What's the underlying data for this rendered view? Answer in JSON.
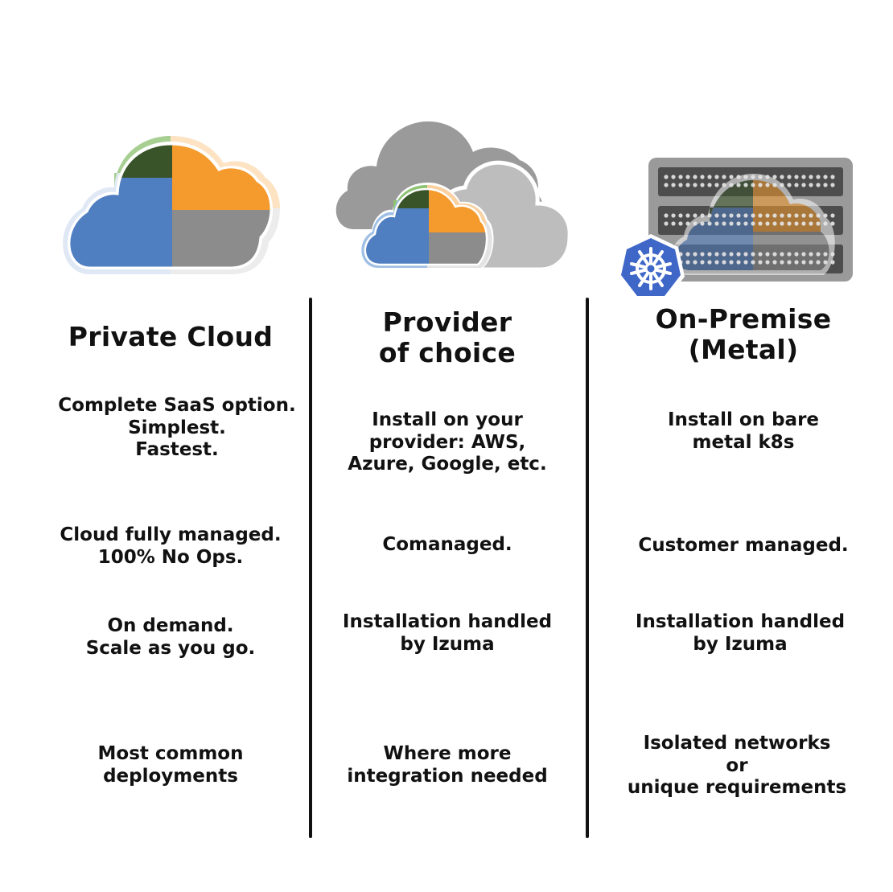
{
  "columns": [
    {
      "title_lines": [
        "Private Cloud"
      ],
      "rows": [
        [
          "Complete SaaS option.",
          "Simplest.",
          "Fastest."
        ],
        [
          "Cloud fully managed.",
          "100% No Ops."
        ],
        [
          "On demand.",
          "Scale as you go."
        ],
        [
          "Most common",
          "deployments"
        ]
      ]
    },
    {
      "title_lines": [
        "Provider",
        "of choice"
      ],
      "rows": [
        [
          "Install on your",
          "provider: AWS,",
          "Azure, Google, etc."
        ],
        [
          "Comanaged."
        ],
        [
          "Installation handled",
          "by Izuma"
        ],
        [
          "Where more",
          "integration needed"
        ]
      ]
    },
    {
      "title_lines": [
        "On-Premise",
        "(Metal)"
      ],
      "rows": [
        [
          "Install on bare",
          "metal k8s"
        ],
        [
          "Customer managed."
        ],
        [
          "Installation handled",
          "by Izuma"
        ],
        [
          "Isolated networks",
          "or",
          "unique requirements"
        ]
      ]
    }
  ],
  "icons": {
    "private": "private-cloud-icon",
    "provider": "provider-clouds-icon",
    "onprem": "server-rack-icon",
    "k8s": "kubernetes-icon"
  },
  "colors": {
    "blue": "#4f7ec1",
    "blue_light": "#8fb3df",
    "orange": "#f59a2c",
    "orange_light": "#f9c98c",
    "dark_green": "#3a5429",
    "green": "#6aa84f",
    "gray": "#8c8c8c",
    "gray_light": "#c2c2c2",
    "k8s_blue": "#3f67c8"
  }
}
